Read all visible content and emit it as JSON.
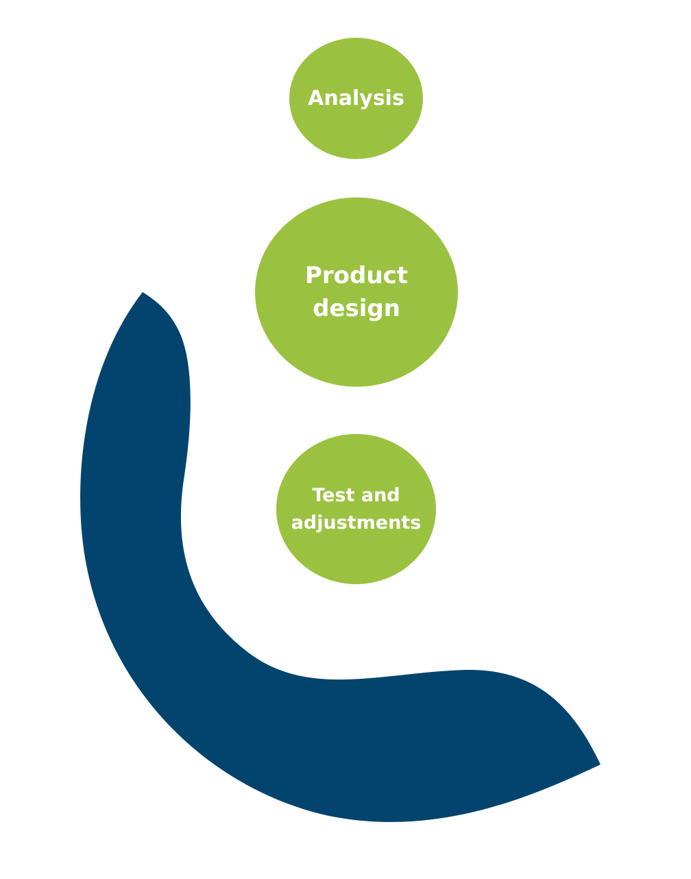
{
  "diagram": {
    "colors": {
      "circle_fill": "#9ac240",
      "swoosh_fill": "#03446f",
      "text": "#ffffff"
    },
    "steps": [
      {
        "lines": [
          "Analysis"
        ]
      },
      {
        "lines": [
          "Product",
          "design"
        ]
      },
      {
        "lines": [
          "Test and",
          "adjustments"
        ]
      }
    ],
    "decoration": {
      "icon": "swoosh-arc"
    }
  }
}
